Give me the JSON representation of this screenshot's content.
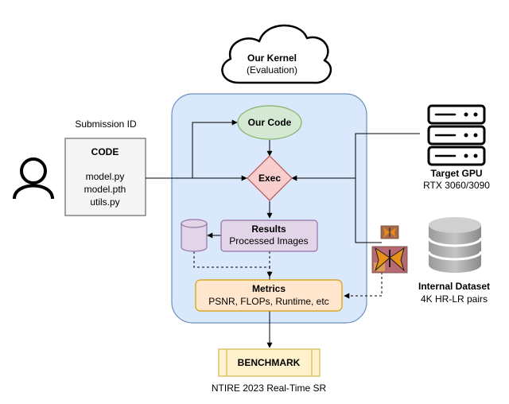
{
  "cloud": {
    "title": "Our Kernel",
    "subtitle": "(Evaluation)"
  },
  "submission": {
    "caption": "Submission ID",
    "heading": "CODE",
    "files": [
      "model.py",
      "model.pth",
      "utils.py"
    ]
  },
  "our_code": {
    "label": "Our Code"
  },
  "exec": {
    "label": "Exec"
  },
  "results": {
    "title": "Results",
    "subtitle": "Processed Images"
  },
  "metrics": {
    "title": "Metrics",
    "subtitle": "PSNR, FLOPs, Runtime, etc"
  },
  "benchmark": {
    "label": "BENCHMARK",
    "caption": "NTIRE 2023 Real-Time SR"
  },
  "gpu": {
    "title": "Target GPU",
    "subtitle": "RTX 3060/3090"
  },
  "dataset": {
    "title": "Internal Dataset",
    "subtitle": "4K HR-LR pairs"
  },
  "colors": {
    "kernel_fill": "#dae8fc",
    "kernel_stroke": "#6c8ebf",
    "our_code_fill": "#d5e8d4",
    "our_code_stroke": "#82b366",
    "exec_fill": "#f8cecc",
    "exec_stroke": "#b85450",
    "results_fill": "#e1d5e7",
    "results_stroke": "#9673a6",
    "metrics_fill": "#ffe6cc",
    "metrics_stroke": "#d79b00",
    "benchmark_fill": "#fff2cc",
    "benchmark_stroke": "#d6b656",
    "code_fill": "#f5f5f5",
    "code_stroke": "#666666"
  }
}
